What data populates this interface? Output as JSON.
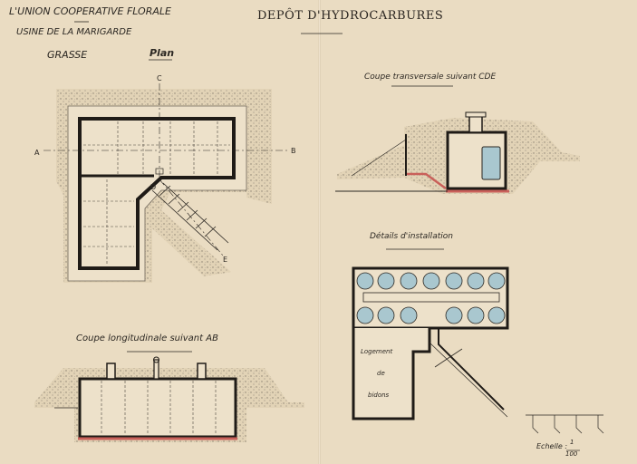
{
  "header": {
    "company": "L'UNION COOPERATIVE FLORALE",
    "factory": "USINE DE LA MARIGARDE",
    "city": "GRASSE",
    "plan": "Plan",
    "main_title": "DEPÔT  D'HYDROCARBURES"
  },
  "plan_view": {
    "marker_c": "C",
    "marker_a": "A",
    "marker_b": "B",
    "marker_d": "D",
    "marker_e": "E"
  },
  "sections": {
    "longitudinal": "Coupe longitudinale suivant AB",
    "transversal": "Coupe transversale suivant CDE",
    "details": "Détails d'installation"
  },
  "details_view": {
    "storage_1": "Logement",
    "storage_2": "de",
    "storage_3": "bidons"
  },
  "scale": {
    "label": "Echelle :",
    "numerator": "1",
    "denominator": "100"
  },
  "colors": {
    "ink": "#2b2722",
    "ground": "#8f8577",
    "tank_fill": "#a9c7cf",
    "brick": "#c9605a",
    "paper": "#eadcc2"
  }
}
